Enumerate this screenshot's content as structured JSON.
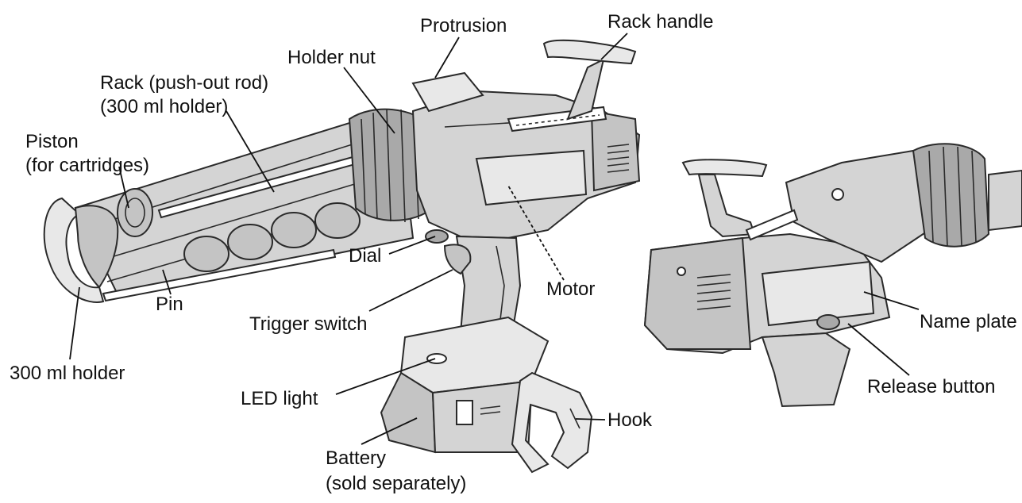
{
  "labels": {
    "protrusion": "Protrusion",
    "rack_handle": "Rack handle",
    "holder_nut": "Holder nut",
    "rack_line1": "Rack (push-out rod)",
    "rack_line2": "(300 ml holder)",
    "piston_line1": "Piston",
    "piston_line2": "(for cartridges)",
    "dial": "Dial",
    "motor": "Motor",
    "pin": "Pin",
    "trigger_switch": "Trigger switch",
    "holder_300ml": "300 ml holder",
    "led_light": "LED light",
    "hook": "Hook",
    "battery_line1": "Battery",
    "battery_line2": "(sold separately)",
    "name_plate": "Name plate",
    "release_button": "Release button"
  }
}
